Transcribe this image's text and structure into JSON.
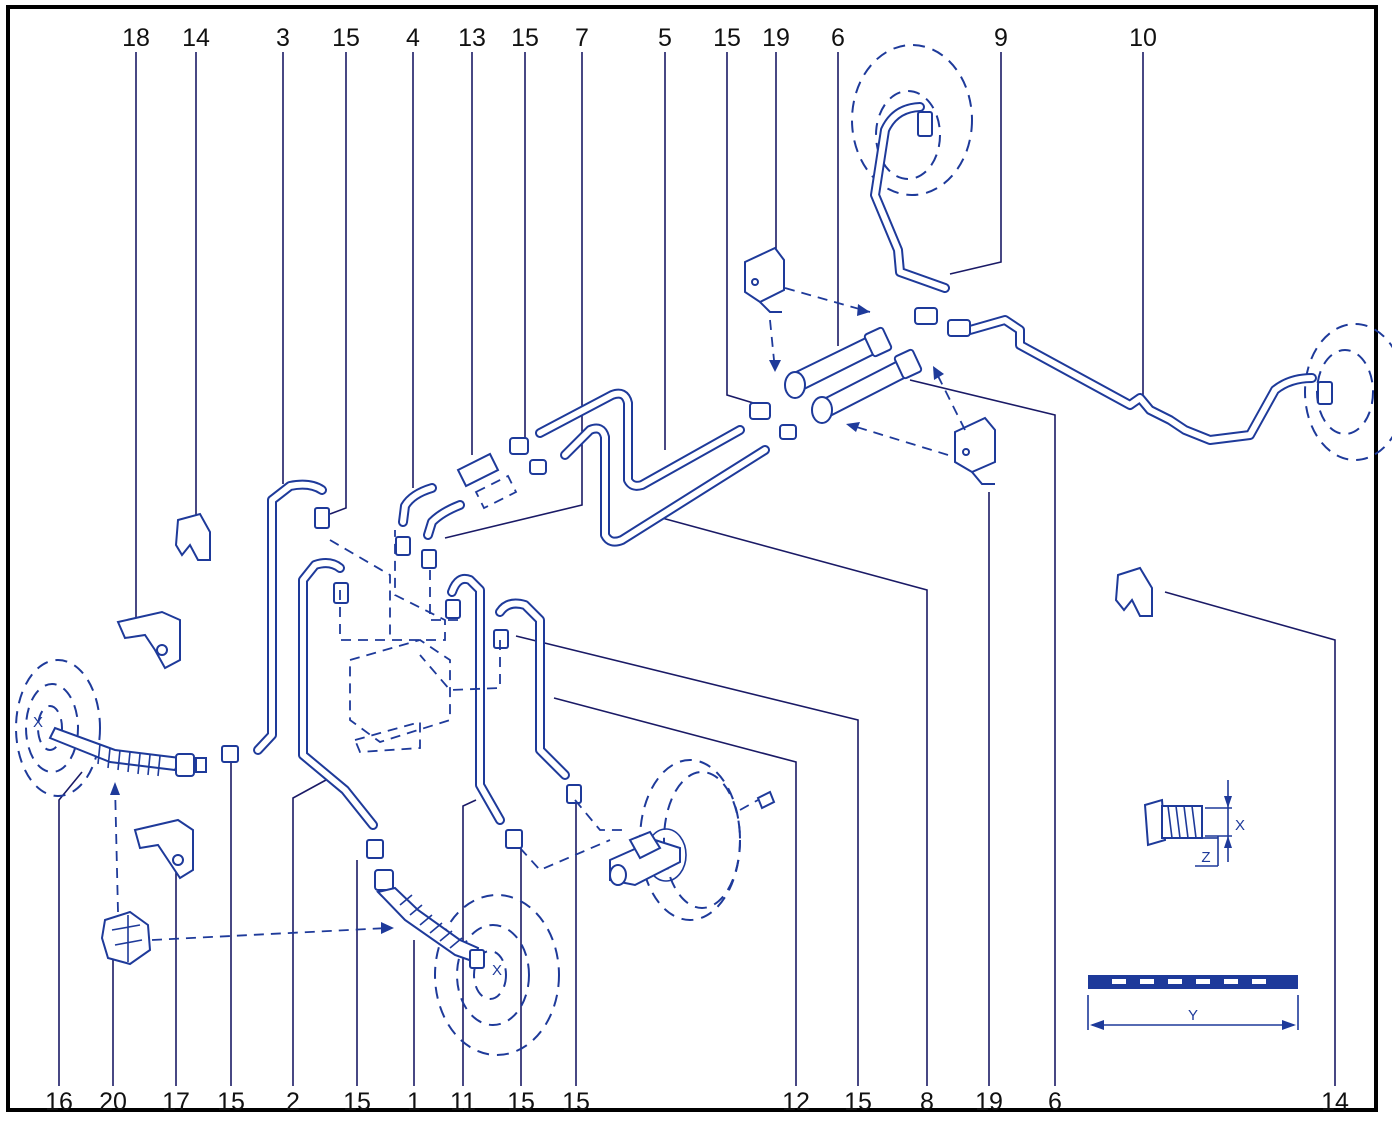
{
  "top_labels": [
    "18",
    "14",
    "3",
    "15",
    "4",
    "13",
    "15",
    "7",
    "5",
    "15",
    "19",
    "6",
    "9",
    "10"
  ],
  "bottom_labels": [
    "16",
    "20",
    "17",
    "15",
    "2",
    "15",
    "1",
    "11",
    "15",
    "15",
    "12",
    "15",
    "8",
    "19",
    "6",
    "14"
  ],
  "detail": {
    "x_label": "X",
    "z_label": "Z",
    "y_label": "Y",
    "wheel_x_label": "X"
  },
  "colors": {
    "line": "#1e3a9a",
    "frame": "#000000",
    "text": "#111111"
  }
}
